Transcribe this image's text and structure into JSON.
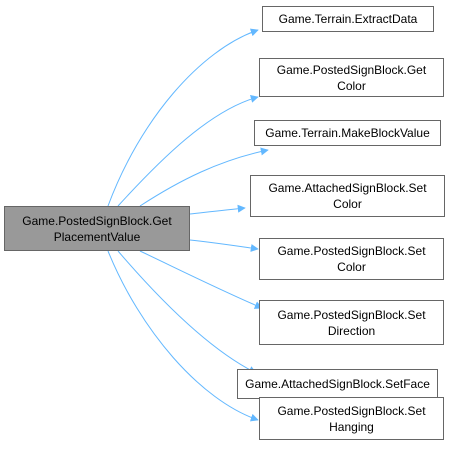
{
  "diagram": {
    "source": {
      "line1": "Game.PostedSignBlock.Get",
      "line2": "PlacementValue"
    },
    "targets": [
      {
        "lines": [
          "Game.Terrain.ExtractData"
        ]
      },
      {
        "lines": [
          "Game.PostedSignBlock.Get",
          "Color"
        ]
      },
      {
        "lines": [
          "Game.Terrain.MakeBlockValue"
        ]
      },
      {
        "lines": [
          "Game.AttachedSignBlock.Set",
          "Color"
        ]
      },
      {
        "lines": [
          "Game.PostedSignBlock.Set",
          "Color"
        ]
      },
      {
        "lines": [
          "Game.PostedSignBlock.Set",
          "Direction"
        ]
      },
      {
        "lines": [
          "Game.AttachedSignBlock.SetFace"
        ]
      },
      {
        "lines": [
          "Game.PostedSignBlock.Set",
          "Hanging"
        ]
      }
    ],
    "colors": {
      "edge": "#63b8ff",
      "node_border": "#666666",
      "source_fill": "#999999",
      "node_fill": "#ffffff"
    }
  }
}
